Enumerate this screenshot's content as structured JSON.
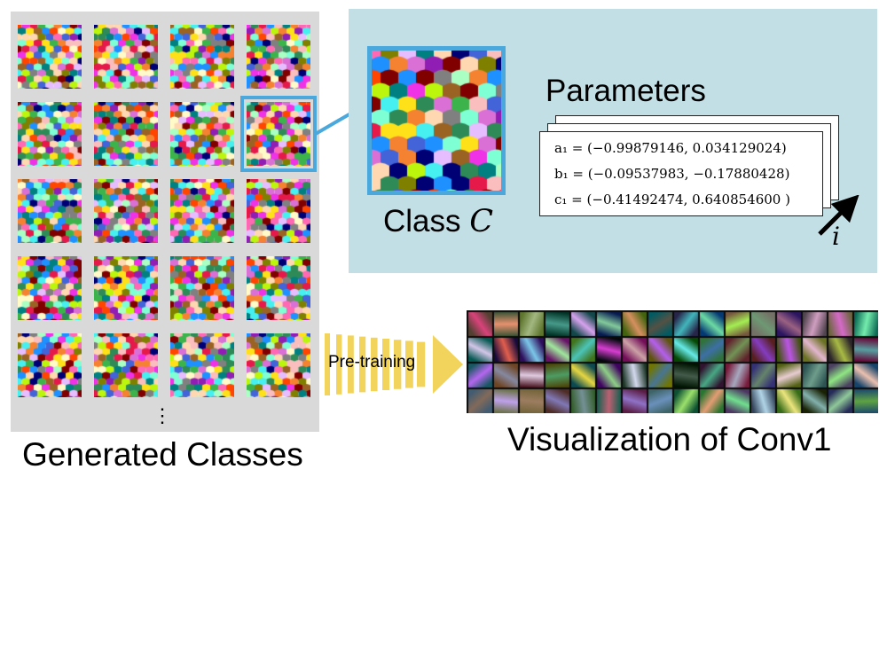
{
  "generated_classes": {
    "label": "Generated Classes",
    "rows": 5,
    "cols": 4,
    "selected": [
      1,
      3
    ],
    "more_indicator": "⋮"
  },
  "class_detail": {
    "label_prefix": "Class ",
    "label_symbol": "C",
    "accent_color": "#4aa8dc"
  },
  "parameters": {
    "title": "Parameters",
    "equations": [
      "a₁ = (−0.99879146, 0.034129024)",
      "b₁ = (−0.09537983, −0.17880428)",
      "c₁ = (−0.41492474, 0.640854600 )"
    ],
    "index_label": "i",
    "panel_color": "#c3dfe6"
  },
  "pretraining": {
    "label": "Pre-training",
    "color": "#f2d45c"
  },
  "conv1": {
    "label": "Visualization of Conv1",
    "groups": 4,
    "rows": 4,
    "cols": 4
  }
}
